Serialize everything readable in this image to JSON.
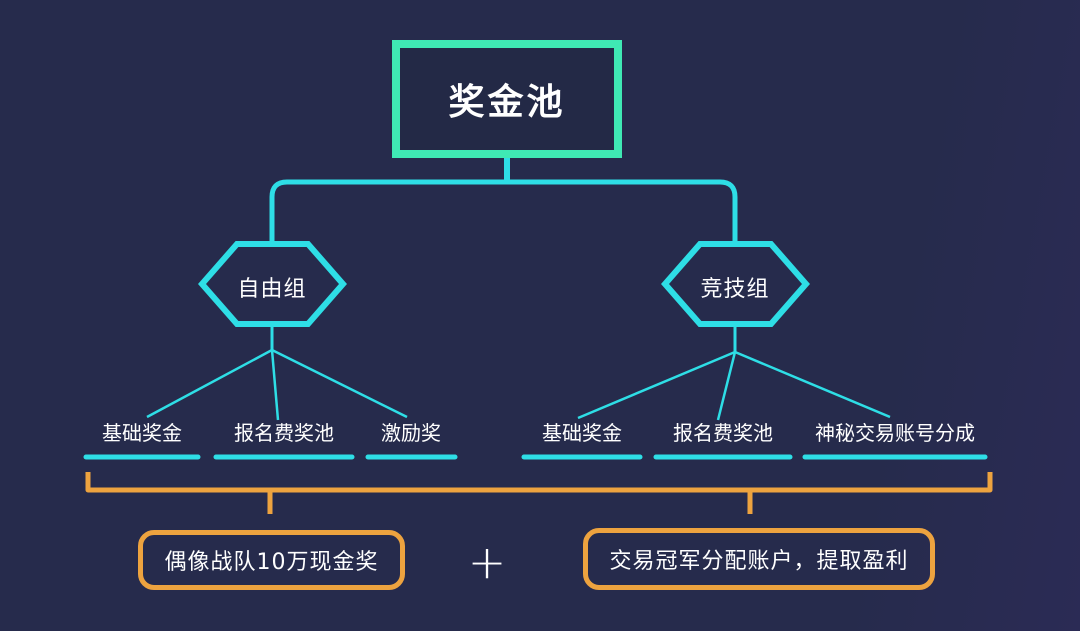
{
  "diagram": {
    "root": {
      "label": "奖金池"
    },
    "groups": [
      {
        "label": "自由组",
        "children": [
          "基础奖金",
          "报名费奖池",
          "激励奖"
        ]
      },
      {
        "label": "竞技组",
        "children": [
          "基础奖金",
          "报名费奖池",
          "神秘交易账号分成"
        ]
      }
    ],
    "footer": {
      "left_box": "偶像战队10万现金奖",
      "operator": "+",
      "right_box": "交易冠军分配账户，提取盈利"
    }
  },
  "colors": {
    "background": "#262b4c",
    "background_right": "#2b2b55",
    "root_border": "#3fe9b4",
    "line_cyan": "#2edee6",
    "accent_orange": "#eda33f",
    "text": "#ffffff",
    "node_fill": "#232946"
  }
}
